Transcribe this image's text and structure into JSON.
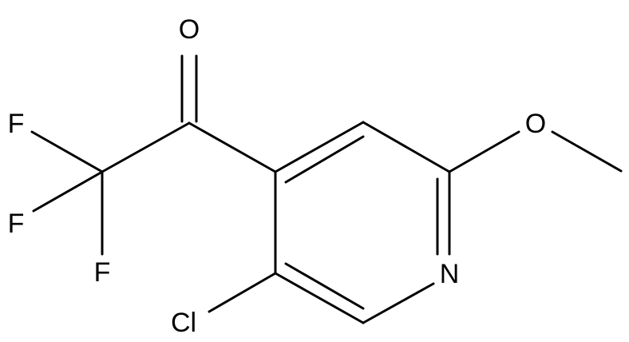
{
  "molecule": {
    "atoms": {
      "oxygen_carbonyl": "O",
      "oxygen_methoxy": "O",
      "nitrogen": "N",
      "chlorine": "Cl",
      "fluorine_1": "F",
      "fluorine_2": "F",
      "fluorine_3": "F"
    }
  },
  "colors": {
    "ink": "#000000",
    "background": "#ffffff"
  }
}
